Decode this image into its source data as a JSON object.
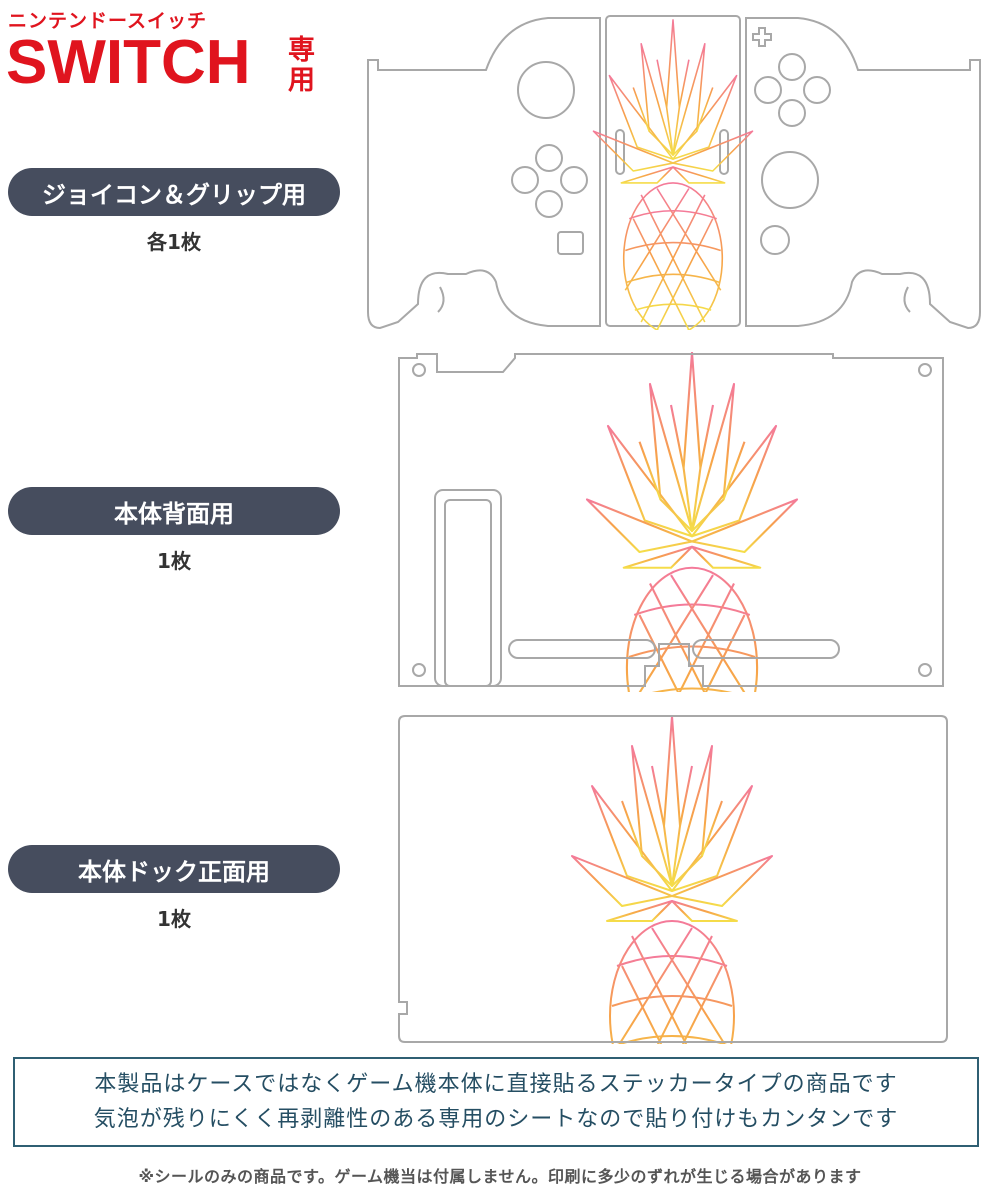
{
  "brand": {
    "subtitle": "ニンテンドースイッチ",
    "title": "SWITCH",
    "exclusive": "専用"
  },
  "sections": [
    {
      "label": "ジョイコン＆グリップ用",
      "count": "各1枚"
    },
    {
      "label": "本体背面用",
      "count": "1枚"
    },
    {
      "label": "本体ドック正面用",
      "count": "1枚"
    }
  ],
  "notice": {
    "line1": "本製品はケースではなくゲーム機本体に直接貼るステッカータイプの商品です",
    "line2": "気泡が残りにくく再剥離性のある専用のシートなので貼り付けもカンタンです"
  },
  "footnote": "※シールのみの商品です。ゲーム機当は付属しません。印刷に多少のずれが生じる場合があります",
  "colors": {
    "brand_red": "#e0141e",
    "pill_bg": "#464d5e",
    "outline": "#a8a8a8",
    "notice_border": "#2f5f73",
    "pineapple_top": "#f47a9a",
    "pineapple_mid": "#f7a24a",
    "pineapple_bottom": "#f5dd4a"
  }
}
